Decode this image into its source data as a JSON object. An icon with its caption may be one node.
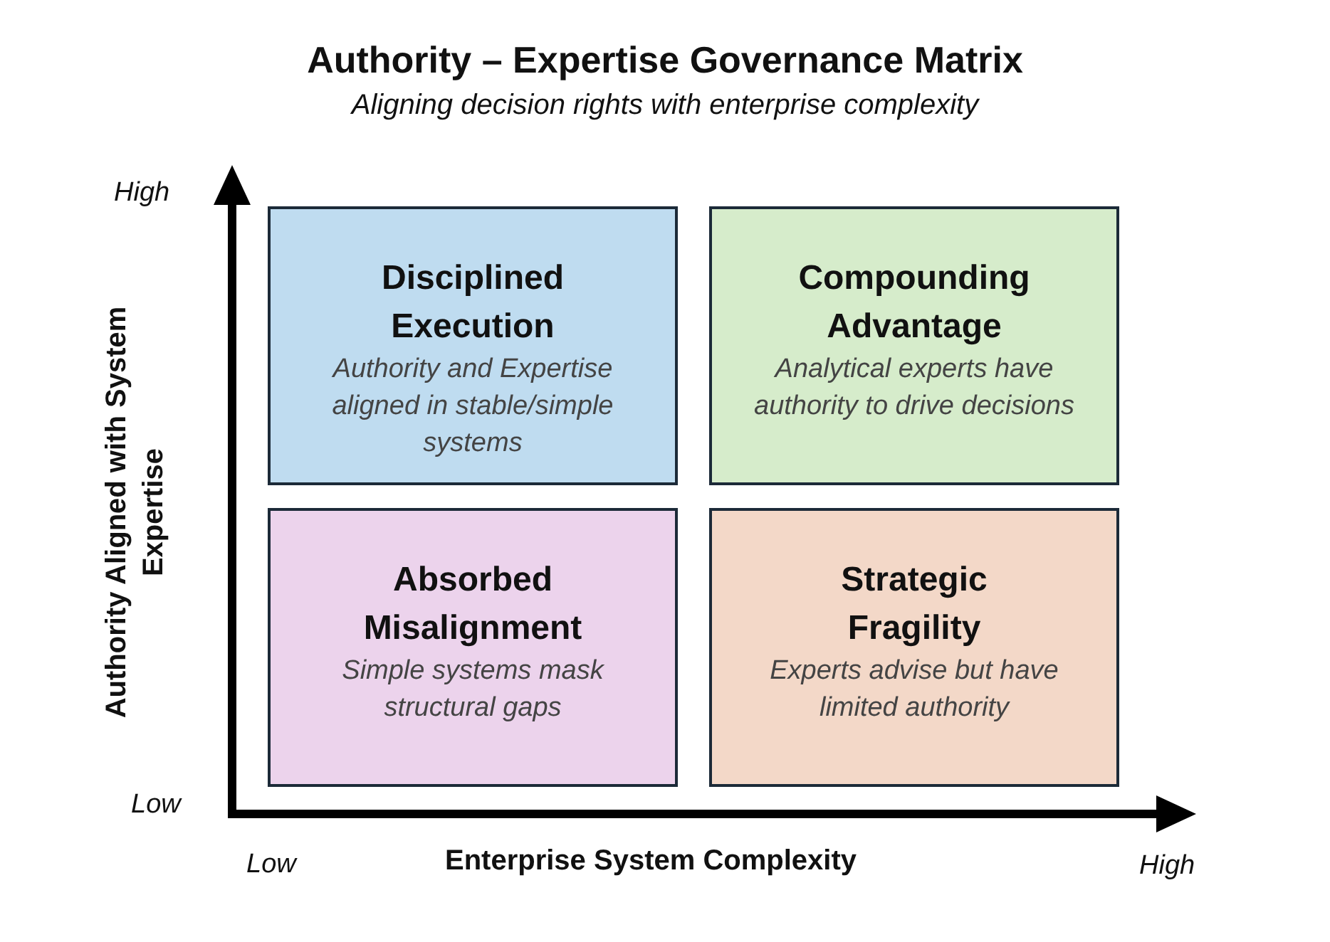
{
  "diagram": {
    "title": "Authority – Expertise Governance Matrix",
    "caption": "Aligning decision rights with enterprise complexity",
    "nodes": [
      {
        "text": [
          "Disciplined Execution",
          "Authority and Expertise aligned in stable/simple systems"
        ]
      },
      {
        "text": [
          "Compounding Advantage",
          "Analytical experts have authority to drive decisions"
        ]
      },
      {
        "text": [
          "Absorbed Misalignment",
          "Simple systems mask structural gaps"
        ]
      },
      {
        "text": [
          "Strategic Fragility",
          "Experts advise but have limited authority"
        ]
      }
    ],
    "labels": [
      "High",
      "Authority Aligned with System Expertise",
      "Low",
      "Low",
      "Enterprise System Complexity",
      "High"
    ]
  }
}
